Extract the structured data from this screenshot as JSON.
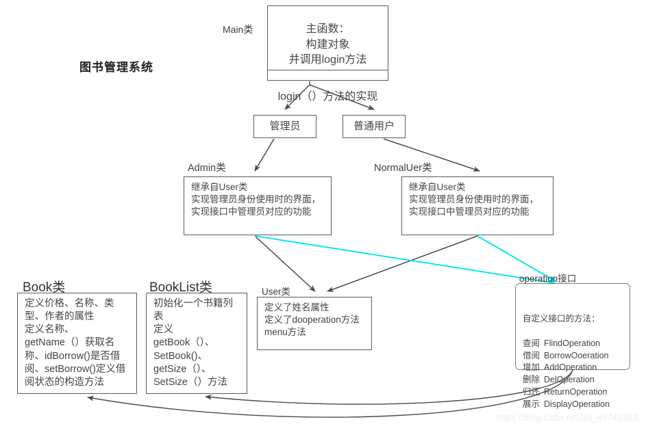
{
  "title": "图书管理系统",
  "watermark": "https://blog.csdn.net/qq_45742383",
  "main": {
    "label": "Main类",
    "top_text": "主函数：\n构建对象\n并调用login方法",
    "bottom_text": "login（）方法的实现"
  },
  "roles": {
    "admin": "管理员",
    "normal": "普通用户"
  },
  "classes": {
    "admin": {
      "label": "Admin类",
      "body": "继承自User类\n实现管理员身份使用时的界面，\n实现接口中管理员对应的功能"
    },
    "normal": {
      "label": "NormalUer类",
      "body": "继承自User类\n实现管理员身份使用时的界面，\n实现接口中管理员对应的功能"
    },
    "book": {
      "label": "Book类",
      "body": "定义价格、名称、类型、作者的属性\n定义名称、\ngetName（）获取名称、idBorrow()是否借阅、setBorrow()定义借阅状态的构造方法"
    },
    "booklist": {
      "label": "BookList类",
      "body": "初始化一个书籍列表\n定义\ngetBook（）、\nSetBook()、\ngetSize（）、\nSetSize（）方法"
    },
    "user": {
      "label": "User类",
      "body": "定义了姓名属性\n定义了dooperation方法\nmenu方法"
    },
    "operation": {
      "label": "operation接口",
      "heading": "自定义接口的方法：",
      "methods": [
        {
          "cn": "查阅",
          "en": "FlindOperation"
        },
        {
          "cn": "借阅",
          "en": "BorrowOoeration"
        },
        {
          "cn": "增加",
          "en": "AddOperation"
        },
        {
          "cn": "删除",
          "en": "DelOperation"
        },
        {
          "cn": "归还",
          "en": "ReturnOperation"
        },
        {
          "cn": "展示",
          "en": "DisplayOperation"
        }
      ]
    }
  },
  "colors": {
    "stroke": "#5a5a5a",
    "implements_arrow": "#00e5e8",
    "text": "#3b3b3b",
    "watermark": "#ededed"
  },
  "edges": [
    {
      "name": "main-to-admin-role",
      "kind": "inherit-arrow"
    },
    {
      "name": "main-to-normal-role",
      "kind": "inherit-arrow"
    },
    {
      "name": "admin-role-to-admin-class",
      "kind": "arrow"
    },
    {
      "name": "normal-role-to-normal-class",
      "kind": "arrow"
    },
    {
      "name": "admin-class-to-user-class",
      "kind": "arrow"
    },
    {
      "name": "normal-class-to-user-class",
      "kind": "arrow"
    },
    {
      "name": "admin-class-to-operation",
      "kind": "implements"
    },
    {
      "name": "normal-class-to-operation",
      "kind": "implements"
    },
    {
      "name": "operation-to-book",
      "kind": "curve-arrow"
    },
    {
      "name": "operation-to-booklist",
      "kind": "curve-arrow"
    }
  ]
}
